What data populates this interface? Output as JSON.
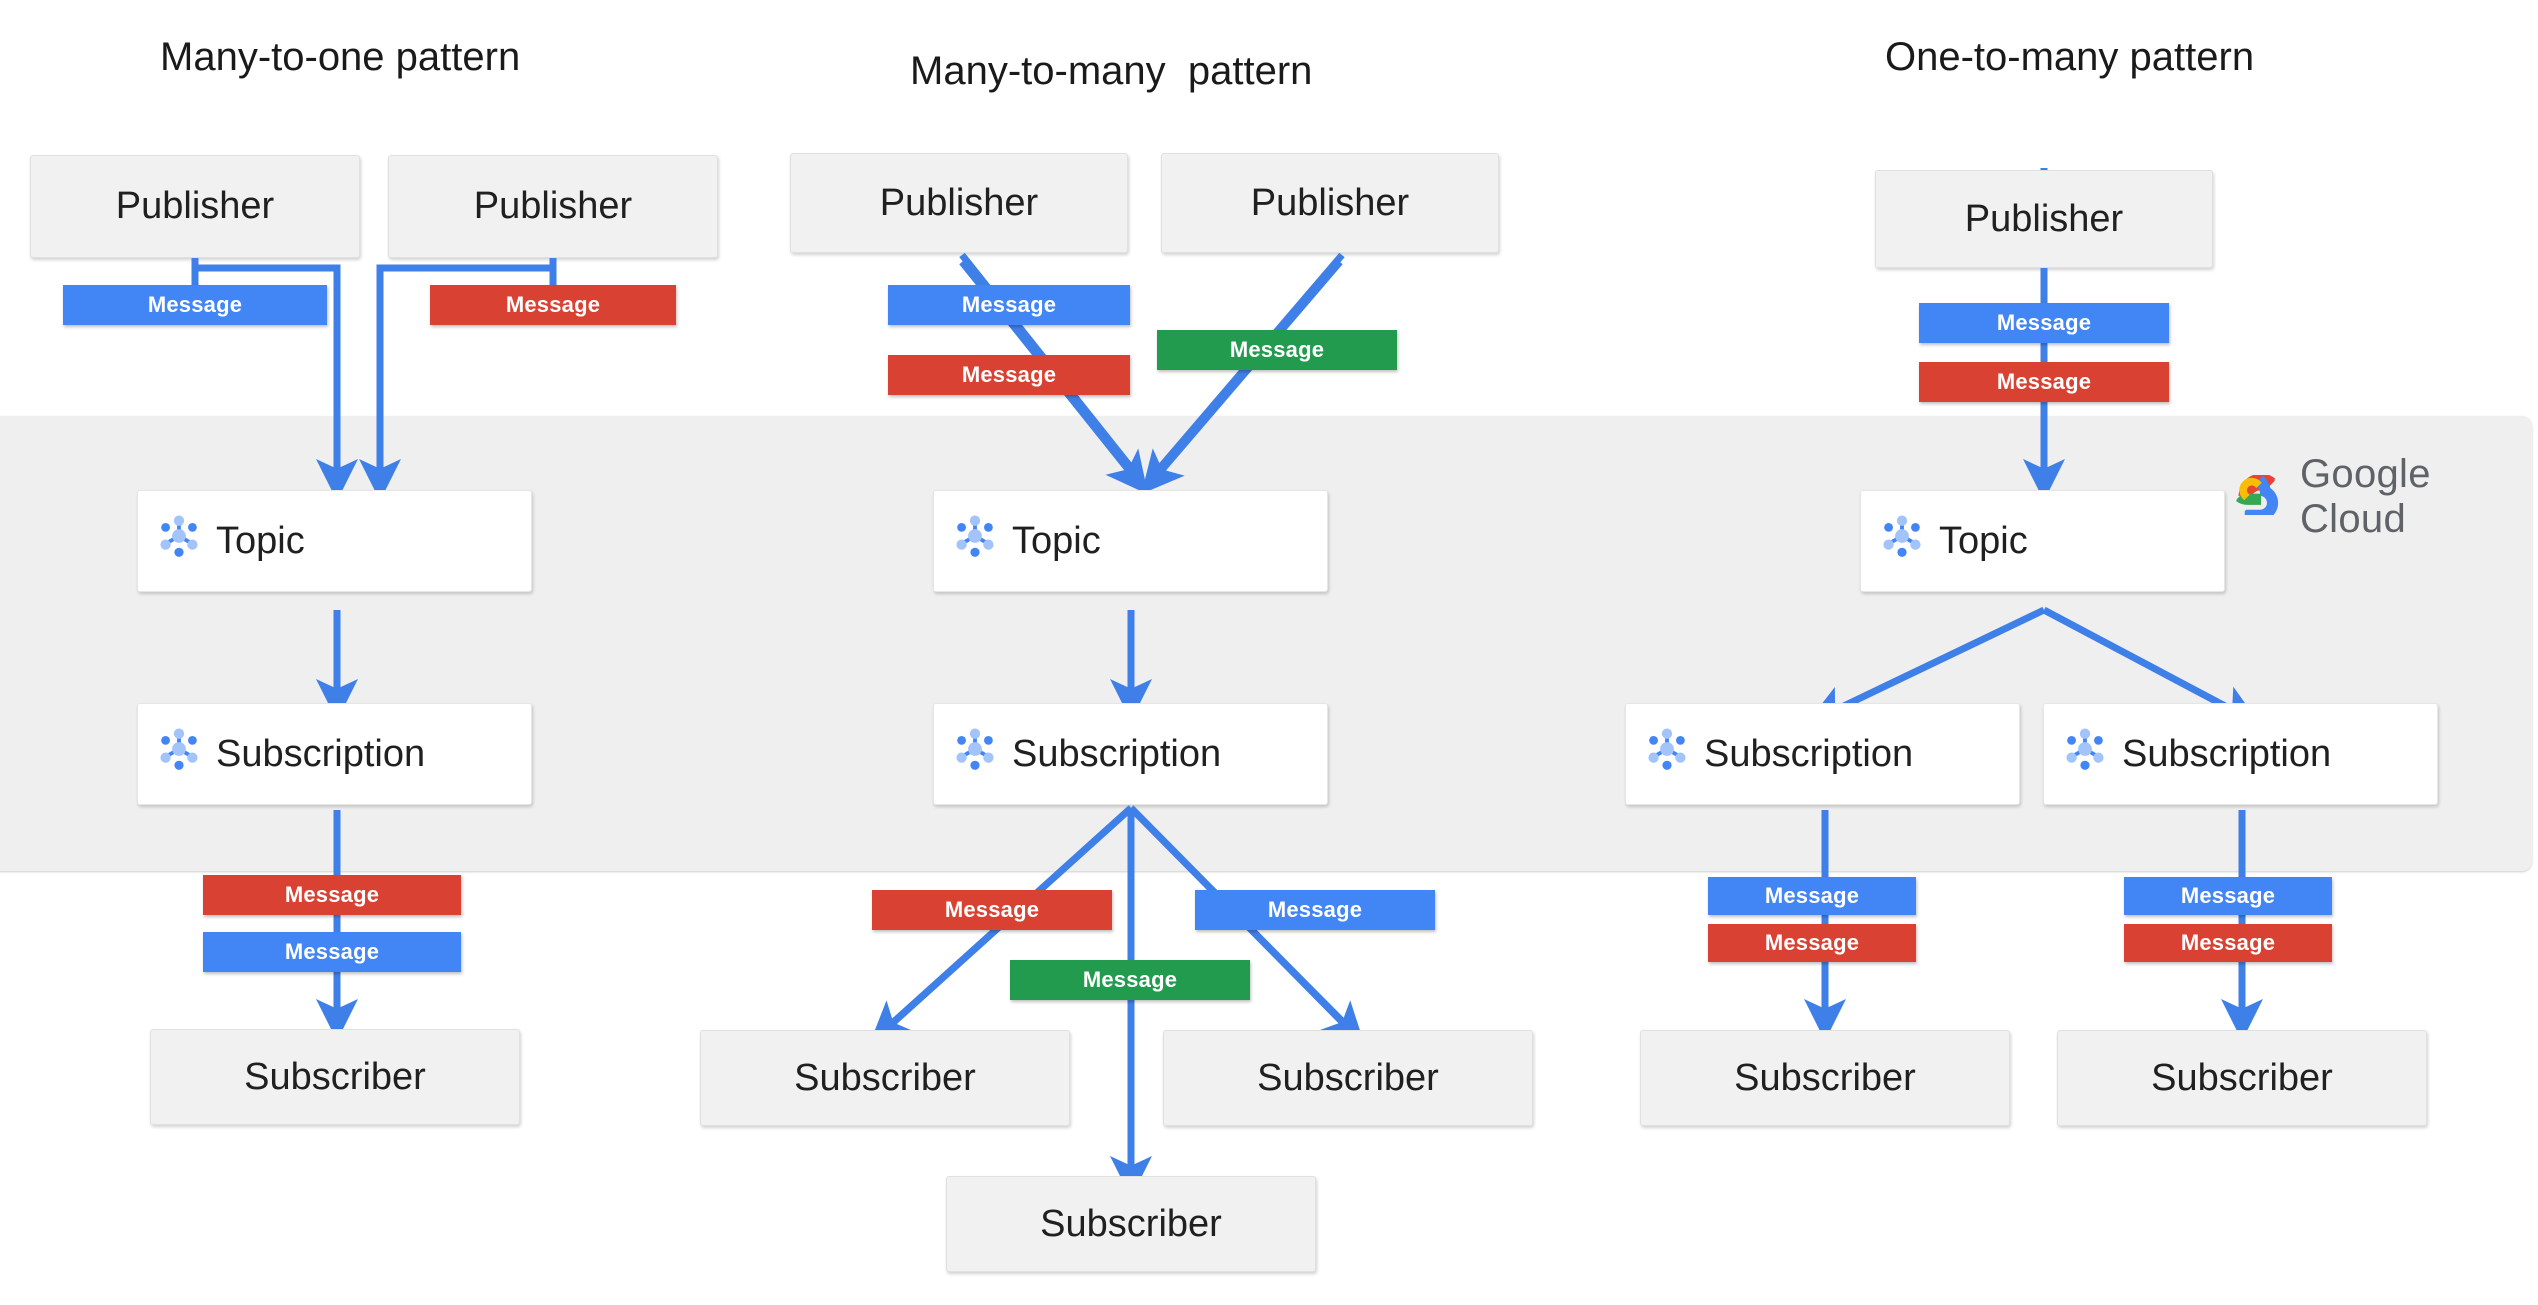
{
  "diagram": {
    "title_hidden": "Google Cloud Pub/Sub messaging patterns",
    "brand": {
      "name_light": "Google",
      "name_bold": " Cloud",
      "logo_icon": "google-cloud-logo-icon"
    },
    "colors": {
      "blue": "#4285f4",
      "red": "#d94233",
      "green": "#229b4e",
      "arrow": "#3f7fe8",
      "band": "#efefef",
      "node_gray": "#f1f1f1",
      "node_white": "#ffffff",
      "text": "#202020",
      "logo_red": "#ea4335",
      "logo_yellow": "#fbbc05",
      "logo_green": "#34a853",
      "logo_blue": "#4285f4"
    }
  },
  "patterns": [
    {
      "id": "many-to-one",
      "title": "Many-to-one pattern",
      "publishers": [
        {
          "label": "Publisher"
        },
        {
          "label": "Publisher"
        }
      ],
      "publish_messages": [
        {
          "label": "Message",
          "color": "blue"
        },
        {
          "label": "Message",
          "color": "red"
        }
      ],
      "topics": [
        {
          "label": "Topic",
          "icon": "pubsub-node-icon"
        }
      ],
      "subscriptions": [
        {
          "label": "Subscription",
          "icon": "pubsub-node-icon"
        }
      ],
      "deliver_messages": [
        {
          "label": "Message",
          "color": "red"
        },
        {
          "label": "Message",
          "color": "blue"
        }
      ],
      "subscribers": [
        {
          "label": "Subscriber"
        }
      ]
    },
    {
      "id": "many-to-many",
      "title": "Many-to-many  pattern",
      "publishers": [
        {
          "label": "Publisher"
        },
        {
          "label": "Publisher"
        }
      ],
      "publish_messages": [
        {
          "label": "Message",
          "color": "blue"
        },
        {
          "label": "Message",
          "color": "red"
        },
        {
          "label": "Message",
          "color": "green"
        }
      ],
      "topics": [
        {
          "label": "Topic",
          "icon": "pubsub-node-icon"
        }
      ],
      "subscriptions": [
        {
          "label": "Subscription",
          "icon": "pubsub-node-icon"
        }
      ],
      "deliver_messages": [
        {
          "label": "Message",
          "color": "red"
        },
        {
          "label": "Message",
          "color": "blue"
        },
        {
          "label": "Message",
          "color": "green"
        }
      ],
      "subscribers": [
        {
          "label": "Subscriber"
        },
        {
          "label": "Subscriber"
        },
        {
          "label": "Subscriber"
        }
      ]
    },
    {
      "id": "one-to-many",
      "title": "One-to-many pattern",
      "publishers": [
        {
          "label": "Publisher"
        }
      ],
      "publish_messages": [
        {
          "label": "Message",
          "color": "blue"
        },
        {
          "label": "Message",
          "color": "red"
        }
      ],
      "topics": [
        {
          "label": "Topic",
          "icon": "pubsub-node-icon"
        }
      ],
      "subscriptions": [
        {
          "label": "Subscription",
          "icon": "pubsub-node-icon"
        },
        {
          "label": "Subscription",
          "icon": "pubsub-node-icon"
        }
      ],
      "deliver_messages": [
        {
          "label": "Message",
          "color": "blue"
        },
        {
          "label": "Message",
          "color": "red"
        },
        {
          "label": "Message",
          "color": "blue"
        },
        {
          "label": "Message",
          "color": "red"
        }
      ],
      "subscribers": [
        {
          "label": "Subscriber"
        },
        {
          "label": "Subscriber"
        }
      ]
    }
  ]
}
